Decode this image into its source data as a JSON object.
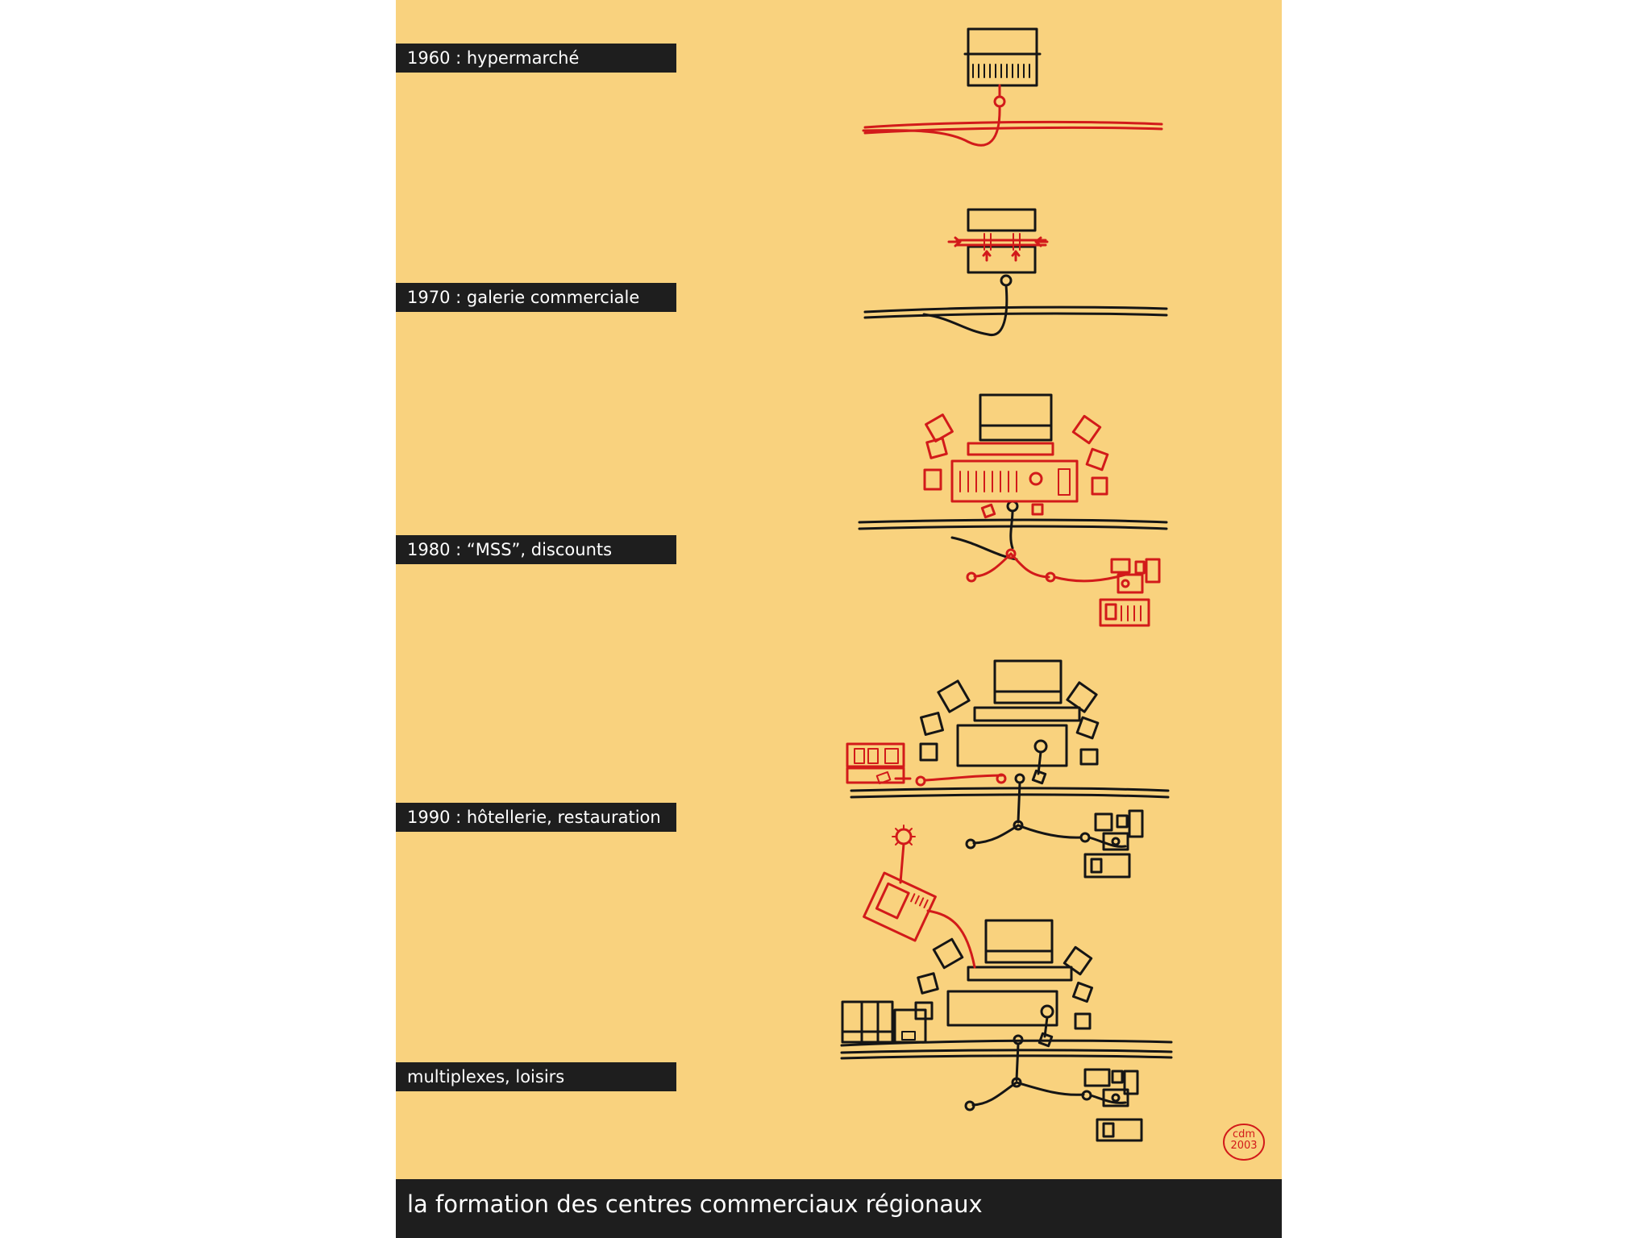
{
  "eras": [
    {
      "label": "1960 : hypermarché"
    },
    {
      "label": "1970 : galerie commerciale"
    },
    {
      "label": "1980 :  “MSS”, discounts"
    },
    {
      "label": "1990 : hôtellerie, restauration"
    },
    {
      "label": "multiplexes, loisirs"
    }
  ],
  "footer": {
    "title": "la formation des centres commerciaux régionaux"
  },
  "signature": {
    "text": "cdm\n2003"
  },
  "colors": {
    "background": "#f9d27e",
    "label_bar": "#1e1e1e",
    "sketch_black": "#151515",
    "sketch_red": "#d21a1a"
  }
}
